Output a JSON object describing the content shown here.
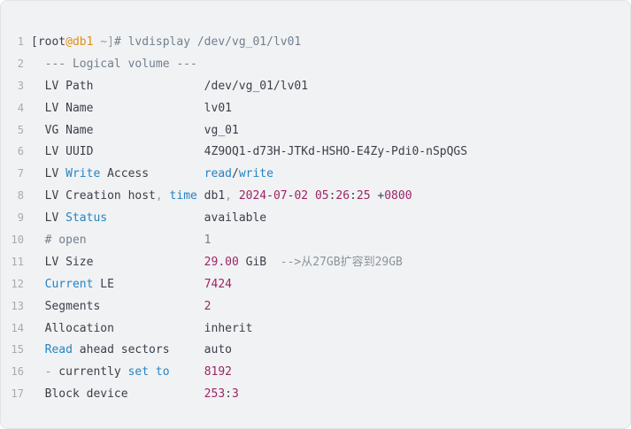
{
  "colors": {
    "background": "#f1f2f3",
    "border": "#e2e4e6",
    "line_number": "#a6abb0",
    "default": "#3a3f4a",
    "comment": "#708090",
    "keyword": "#2384c6",
    "number": "#9c2568",
    "variable": "#e08f13",
    "punctuation": "#999999",
    "annotation": "#8b949c"
  },
  "terminal": {
    "prompt_user": "root",
    "prompt_host": "db1",
    "command": "lvdisplay /dev/vg_01/lv01",
    "lines": [
      {
        "num": "1",
        "segments": [
          {
            "text": "[root",
            "color": "default"
          },
          {
            "text": "@db1",
            "color": "variable"
          },
          {
            "text": " ~]",
            "color": "punctuation"
          },
          {
            "text": "# lvdisplay /dev/vg_01/lv01",
            "color": "comment"
          }
        ]
      },
      {
        "num": "2",
        "segments": [
          {
            "text": "  --- Logical volume ---",
            "color": "comment"
          }
        ]
      },
      {
        "num": "3",
        "segments": [
          {
            "text": "  LV Path                /dev/vg_01/lv01",
            "color": "default"
          }
        ]
      },
      {
        "num": "4",
        "segments": [
          {
            "text": "  LV Name                lv01",
            "color": "default"
          }
        ]
      },
      {
        "num": "5",
        "segments": [
          {
            "text": "  VG Name                vg_01",
            "color": "default"
          }
        ]
      },
      {
        "num": "6",
        "segments": [
          {
            "text": "  LV UUID                4Z9OQ1-d73H-JTKd-HSHO-E4Zy-Pdi0-nSpQGS",
            "color": "default"
          }
        ]
      },
      {
        "num": "7",
        "segments": [
          {
            "text": "  LV ",
            "color": "default"
          },
          {
            "text": "Write",
            "color": "keyword"
          },
          {
            "text": " Access        ",
            "color": "default"
          },
          {
            "text": "read",
            "color": "keyword"
          },
          {
            "text": "/",
            "color": "default"
          },
          {
            "text": "write",
            "color": "keyword"
          }
        ]
      },
      {
        "num": "8",
        "segments": [
          {
            "text": "  LV Creation host",
            "color": "default"
          },
          {
            "text": ",",
            "color": "punctuation"
          },
          {
            "text": " ",
            "color": "default"
          },
          {
            "text": "time",
            "color": "keyword"
          },
          {
            "text": " db1",
            "color": "default"
          },
          {
            "text": ",",
            "color": "punctuation"
          },
          {
            "text": " ",
            "color": "default"
          },
          {
            "text": "2024",
            "color": "number"
          },
          {
            "text": "-",
            "color": "default"
          },
          {
            "text": "07",
            "color": "number"
          },
          {
            "text": "-",
            "color": "default"
          },
          {
            "text": "02",
            "color": "number"
          },
          {
            "text": " ",
            "color": "default"
          },
          {
            "text": "05",
            "color": "number"
          },
          {
            "text": ":",
            "color": "default"
          },
          {
            "text": "26",
            "color": "number"
          },
          {
            "text": ":",
            "color": "default"
          },
          {
            "text": "25",
            "color": "number"
          },
          {
            "text": " +",
            "color": "default"
          },
          {
            "text": "0800",
            "color": "number"
          }
        ]
      },
      {
        "num": "9",
        "segments": [
          {
            "text": "  LV ",
            "color": "default"
          },
          {
            "text": "Status",
            "color": "keyword"
          },
          {
            "text": "              available",
            "color": "default"
          }
        ]
      },
      {
        "num": "10",
        "segments": [
          {
            "text": "  # open                 1",
            "color": "comment"
          }
        ]
      },
      {
        "num": "11",
        "segments": [
          {
            "text": "  LV Size                ",
            "color": "default"
          },
          {
            "text": "29.00",
            "color": "number"
          },
          {
            "text": " GiB  ",
            "color": "default"
          },
          {
            "text": "-->从27GB扩容到29GB",
            "color": "annotation"
          }
        ]
      },
      {
        "num": "12",
        "segments": [
          {
            "text": "  ",
            "color": "default"
          },
          {
            "text": "Current",
            "color": "keyword"
          },
          {
            "text": " LE             ",
            "color": "default"
          },
          {
            "text": "7424",
            "color": "number"
          }
        ]
      },
      {
        "num": "13",
        "segments": [
          {
            "text": "  Segments               ",
            "color": "default"
          },
          {
            "text": "2",
            "color": "number"
          }
        ]
      },
      {
        "num": "14",
        "segments": [
          {
            "text": "  Allocation             inherit",
            "color": "default"
          }
        ]
      },
      {
        "num": "15",
        "segments": [
          {
            "text": "  ",
            "color": "default"
          },
          {
            "text": "Read",
            "color": "keyword"
          },
          {
            "text": " ahead sectors     auto",
            "color": "default"
          }
        ]
      },
      {
        "num": "16",
        "segments": [
          {
            "text": "  ",
            "color": "default"
          },
          {
            "text": "-",
            "color": "punctuation"
          },
          {
            "text": " currently ",
            "color": "default"
          },
          {
            "text": "set to",
            "color": "keyword"
          },
          {
            "text": "     ",
            "color": "default"
          },
          {
            "text": "8192",
            "color": "number"
          }
        ]
      },
      {
        "num": "17",
        "segments": [
          {
            "text": "  Block device           ",
            "color": "default"
          },
          {
            "text": "253",
            "color": "number"
          },
          {
            "text": ":",
            "color": "default"
          },
          {
            "text": "3",
            "color": "number"
          }
        ]
      }
    ]
  }
}
